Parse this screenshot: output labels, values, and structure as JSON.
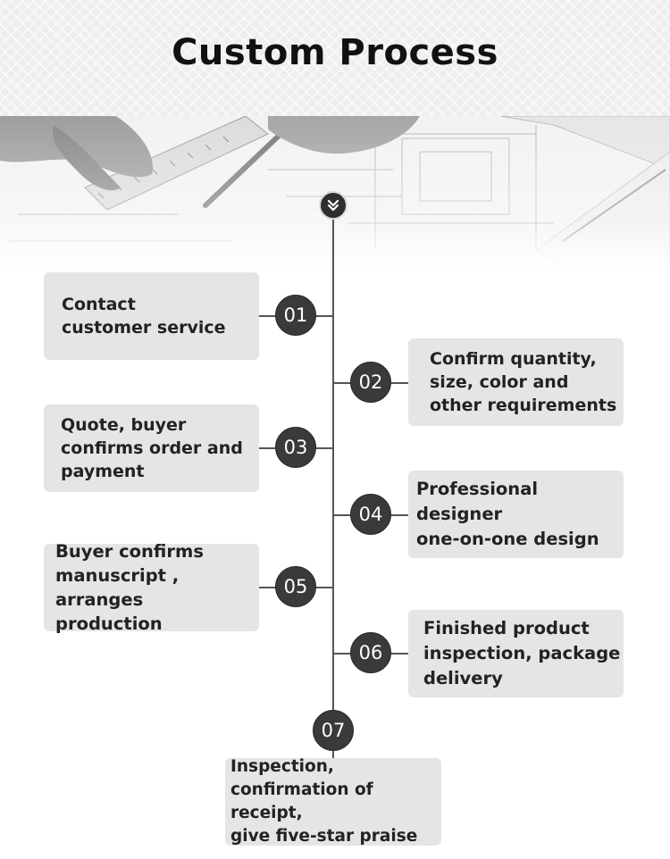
{
  "header": {
    "title": "Custom Process"
  },
  "icons": {
    "top_marker": "double-chevron-down-icon"
  },
  "colors": {
    "badge": "#3a3a3a",
    "box": "#e5e5e5",
    "line": "#555555"
  },
  "steps": [
    {
      "number": "01",
      "text": "Contact\ncustomer service"
    },
    {
      "number": "02",
      "text": "Confirm quantity,\nsize, color and\nother requirements"
    },
    {
      "number": "03",
      "text": "Quote, buyer\nconfirms order and\npayment"
    },
    {
      "number": "04",
      "text": "Professional designer\none-on-one design"
    },
    {
      "number": "05",
      "text": "Buyer confirms\nmanuscript , arranges\nproduction"
    },
    {
      "number": "06",
      "text": "Finished product\ninspection, package\ndelivery"
    },
    {
      "number": "07",
      "text": "Inspection,\nconfirmation of receipt,\ngive five-star praise"
    }
  ]
}
